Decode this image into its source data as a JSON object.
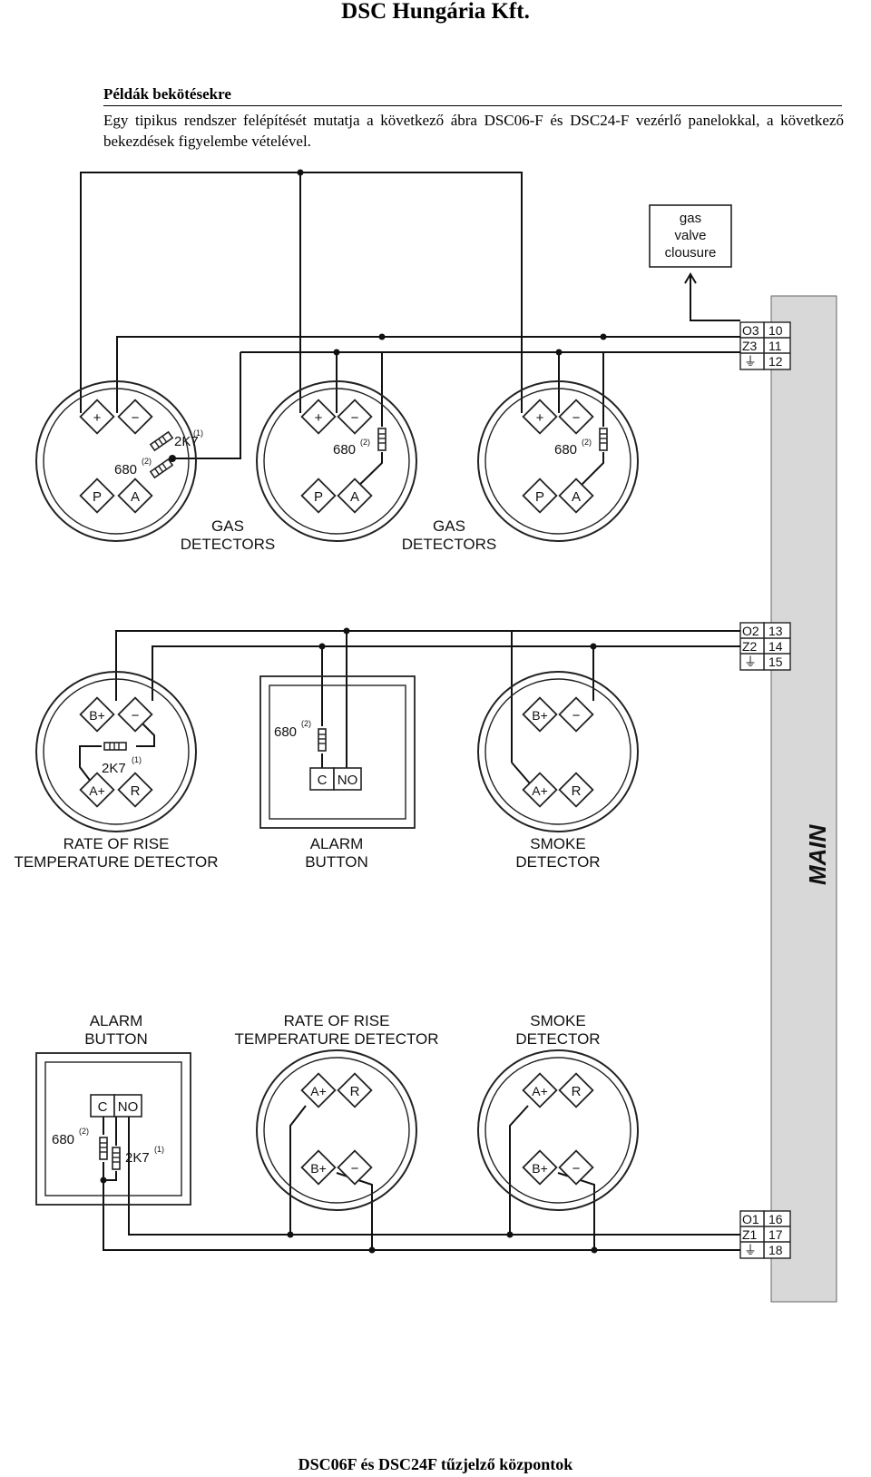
{
  "header": {
    "company": "DSC Hungária Kft."
  },
  "section": {
    "title": "Példák bekötésekre",
    "intro": "Egy tipikus rendszer felépítését mutatja a következő ábra DSC06-F és DSC24-F vezérlő panelokkal, a következő bekezdések figyelembe vételével."
  },
  "diagram": {
    "panel_label": "MAIN",
    "gas_valve_lines": [
      "gas",
      "valve",
      "clousure"
    ],
    "terminals": {
      "group1": [
        [
          "O3",
          "10"
        ],
        [
          "Z3",
          "11"
        ],
        [
          "⏚",
          "12"
        ]
      ],
      "group2": [
        [
          "O2",
          "13"
        ],
        [
          "Z2",
          "14"
        ],
        [
          "⏚",
          "15"
        ]
      ],
      "group3": [
        [
          "O1",
          "16"
        ],
        [
          "Z1",
          "17"
        ],
        [
          "⏚",
          "18"
        ]
      ]
    },
    "term": {
      "plus": "+",
      "minus": "−",
      "p": "P",
      "a": "A",
      "bplus": "B+",
      "aplus": "A+",
      "r": "R",
      "c": "C",
      "no": "NO"
    },
    "res": {
      "r680": "680",
      "r2k7": "2K7",
      "s1": "(1)",
      "s2": "(2)"
    },
    "labels": {
      "gas_detectors_1": [
        "GAS",
        "DETECTORS"
      ],
      "gas_detectors_2": [
        "GAS",
        "DETECTORS"
      ],
      "ror_1": [
        "RATE OF RISE",
        "TEMPERATURE DETECTOR"
      ],
      "alarm_1": [
        "ALARM",
        "BUTTON"
      ],
      "smoke_1": [
        "SMOKE",
        "DETECTOR"
      ],
      "alarm_2": [
        "ALARM",
        "BUTTON"
      ],
      "ror_2": [
        "RATE OF RISE",
        "TEMPERATURE DETECTOR"
      ],
      "smoke_2": [
        "SMOKE",
        "DETECTOR"
      ]
    }
  },
  "footer": {
    "text": "DSC06F és DSC24F tűzjelző központok"
  }
}
